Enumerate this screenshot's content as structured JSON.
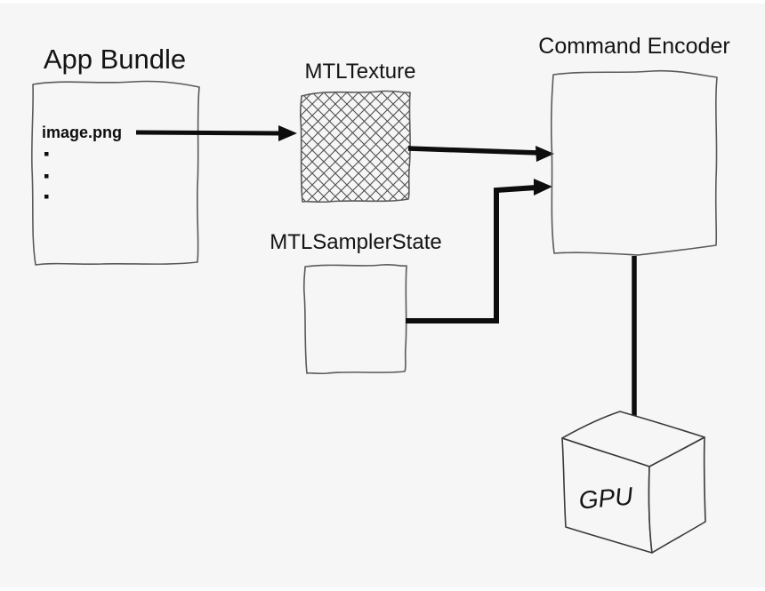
{
  "diagram": {
    "nodes": {
      "app_bundle": {
        "title": "App Bundle",
        "file": "image.png",
        "ellipsis": "vertical-dots x3"
      },
      "mtl_texture": {
        "label": "MTLTexture",
        "fill_style": "crosshatch"
      },
      "mtl_sampler_state": {
        "label": "MTLSamplerState"
      },
      "command_encoder": {
        "label": "Command Encoder"
      },
      "gpu": {
        "label": "GPU",
        "shape": "3d-cube"
      }
    },
    "edges": [
      {
        "from": "image.png",
        "to": "MTLTexture"
      },
      {
        "from": "MTLTexture",
        "to": "Command Encoder"
      },
      {
        "from": "MTLSamplerState",
        "to": "Command Encoder"
      },
      {
        "from": "Command Encoder",
        "to": "GPU"
      }
    ],
    "colors": {
      "background": "#f6f6f6",
      "edge_strip": "#ffffff",
      "ink": "#141414",
      "sketch_stroke": "#5a5a5a",
      "arrow": "#0d0d0d",
      "hatch": "#4f4f4f"
    }
  }
}
